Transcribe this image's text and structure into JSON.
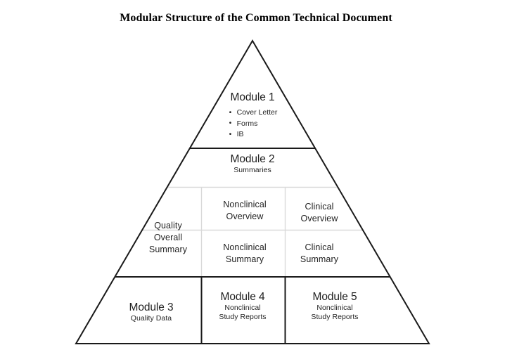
{
  "title": "Modular Structure of the Common Technical Document",
  "colors": {
    "outline": "#1a1a1a",
    "grid_light": "#d9d9d9",
    "text": "#1f1f1f",
    "background": "#ffffff"
  },
  "pyramid": {
    "module1": {
      "heading": "Module 1",
      "bullets": [
        "Cover Letter",
        "Forms",
        "IB"
      ]
    },
    "module2": {
      "heading": "Module 2",
      "subtitle": "Summaries"
    },
    "middle_band": {
      "quality_overall_summary": "Quality\nOverall\nSummary",
      "cells": [
        {
          "label": "Nonclinical\nOverview"
        },
        {
          "label": "Clinical\nOverview"
        },
        {
          "label": "Nonclinical\nSummary"
        },
        {
          "label": "Clinical\nSummary"
        }
      ]
    },
    "bottom_row": [
      {
        "heading": "Module 3",
        "subtitle": "Quality Data"
      },
      {
        "heading": "Module 4",
        "subtitle": "Nonclinical\nStudy Reports"
      },
      {
        "heading": "Module 5",
        "subtitle": "Nonclinical\nStudy Reports"
      }
    ]
  }
}
